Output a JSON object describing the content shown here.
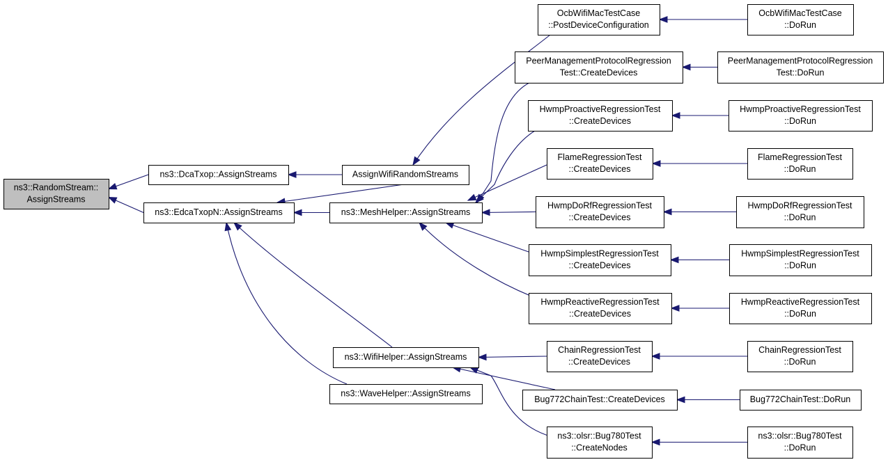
{
  "diagram": {
    "type": "call graph",
    "nodes": [
      {
        "id": "root",
        "lines": [
          "ns3::RandomStream::",
          "AssignStreams"
        ],
        "highlighted": true
      },
      {
        "id": "dca",
        "lines": [
          "ns3::DcaTxop::AssignStreams"
        ]
      },
      {
        "id": "edca",
        "lines": [
          "ns3::EdcaTxopN::AssignStreams"
        ]
      },
      {
        "id": "awrs",
        "lines": [
          "AssignWifiRandomStreams"
        ]
      },
      {
        "id": "mesh",
        "lines": [
          "ns3::MeshHelper::AssignStreams"
        ]
      },
      {
        "id": "wifi",
        "lines": [
          "ns3::WifiHelper::AssignStreams"
        ]
      },
      {
        "id": "wave",
        "lines": [
          "ns3::WaveHelper::AssignStreams"
        ]
      },
      {
        "id": "ocb",
        "lines": [
          "OcbWifiMacTestCase",
          "::PostDeviceConfiguration"
        ]
      },
      {
        "id": "pmp",
        "lines": [
          "PeerManagementProtocolRegression",
          "Test::CreateDevices"
        ]
      },
      {
        "id": "hpro",
        "lines": [
          "HwmpProactiveRegressionTest",
          "::CreateDevices"
        ]
      },
      {
        "id": "flame",
        "lines": [
          "FlameRegressionTest",
          "::CreateDevices"
        ]
      },
      {
        "id": "hdorf",
        "lines": [
          "HwmpDoRfRegressionTest",
          "::CreateDevices"
        ]
      },
      {
        "id": "hsimp",
        "lines": [
          "HwmpSimplestRegressionTest",
          "::CreateDevices"
        ]
      },
      {
        "id": "hreac",
        "lines": [
          "HwmpReactiveRegressionTest",
          "::CreateDevices"
        ]
      },
      {
        "id": "chain",
        "lines": [
          "ChainRegressionTest",
          "::CreateDevices"
        ]
      },
      {
        "id": "bug772",
        "lines": [
          "Bug772ChainTest::CreateDevices"
        ]
      },
      {
        "id": "bug780",
        "lines": [
          "ns3::olsr::Bug780Test",
          "::CreateNodes"
        ]
      },
      {
        "id": "ocb_run",
        "lines": [
          "OcbWifiMacTestCase",
          "::DoRun"
        ]
      },
      {
        "id": "pmp_run",
        "lines": [
          "PeerManagementProtocolRegression",
          "Test::DoRun"
        ]
      },
      {
        "id": "hpro_run",
        "lines": [
          "HwmpProactiveRegressionTest",
          "::DoRun"
        ]
      },
      {
        "id": "flame_run",
        "lines": [
          "FlameRegressionTest",
          "::DoRun"
        ]
      },
      {
        "id": "hdorf_run",
        "lines": [
          "HwmpDoRfRegressionTest",
          "::DoRun"
        ]
      },
      {
        "id": "hsimp_run",
        "lines": [
          "HwmpSimplestRegressionTest",
          "::DoRun"
        ]
      },
      {
        "id": "hreac_run",
        "lines": [
          "HwmpReactiveRegressionTest",
          "::DoRun"
        ]
      },
      {
        "id": "chain_run",
        "lines": [
          "ChainRegressionTest",
          "::DoRun"
        ]
      },
      {
        "id": "bug772_run",
        "lines": [
          "Bug772ChainTest::DoRun"
        ]
      },
      {
        "id": "bug780_run",
        "lines": [
          "ns3::olsr::Bug780Test",
          "::DoRun"
        ]
      }
    ],
    "edges": [
      {
        "from": "dca",
        "to": "root"
      },
      {
        "from": "edca",
        "to": "root"
      },
      {
        "from": "awrs",
        "to": "dca"
      },
      {
        "from": "awrs",
        "to": "edca"
      },
      {
        "from": "mesh",
        "to": "edca"
      },
      {
        "from": "wifi",
        "to": "edca"
      },
      {
        "from": "wave",
        "to": "edca"
      },
      {
        "from": "ocb",
        "to": "awrs"
      },
      {
        "from": "pmp",
        "to": "mesh"
      },
      {
        "from": "hpro",
        "to": "mesh"
      },
      {
        "from": "flame",
        "to": "mesh"
      },
      {
        "from": "hdorf",
        "to": "mesh"
      },
      {
        "from": "hsimp",
        "to": "mesh"
      },
      {
        "from": "hreac",
        "to": "mesh"
      },
      {
        "from": "chain",
        "to": "wifi"
      },
      {
        "from": "bug772",
        "to": "wifi"
      },
      {
        "from": "bug780",
        "to": "wifi"
      },
      {
        "from": "ocb_run",
        "to": "ocb"
      },
      {
        "from": "pmp_run",
        "to": "pmp"
      },
      {
        "from": "hpro_run",
        "to": "hpro"
      },
      {
        "from": "flame_run",
        "to": "flame"
      },
      {
        "from": "hdorf_run",
        "to": "hdorf"
      },
      {
        "from": "hsimp_run",
        "to": "hsimp"
      },
      {
        "from": "hreac_run",
        "to": "hreac"
      },
      {
        "from": "chain_run",
        "to": "chain"
      },
      {
        "from": "bug772_run",
        "to": "bug772"
      },
      {
        "from": "bug780_run",
        "to": "bug780"
      }
    ],
    "colors": {
      "edge": "#191970",
      "node_border": "#000000",
      "node_fill": "#ffffff",
      "highlight_fill": "#bfbfbf",
      "text": "#000000"
    }
  }
}
